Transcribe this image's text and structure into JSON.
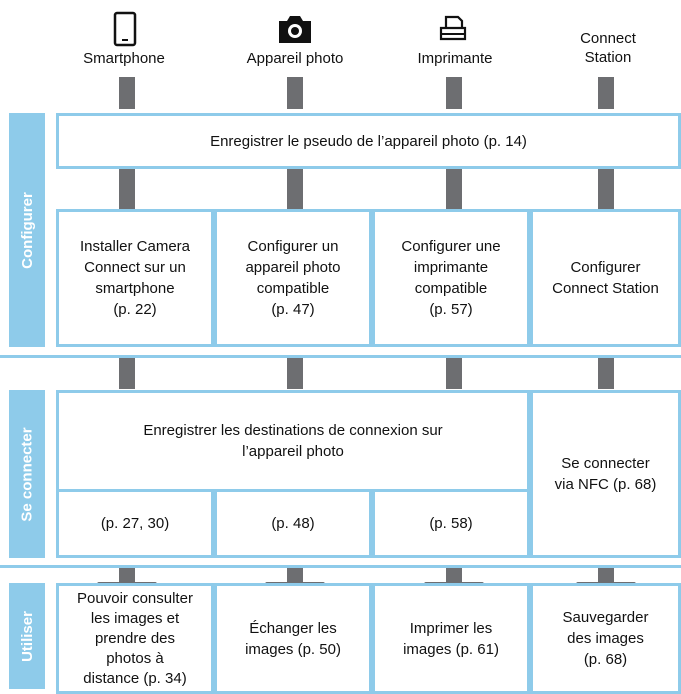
{
  "columns": [
    {
      "icon": "smartphone-icon",
      "label": "Smartphone"
    },
    {
      "icon": "camera-icon",
      "label": "Appareil photo"
    },
    {
      "icon": "printer-icon",
      "label": "Imprimante"
    },
    {
      "icon": "",
      "label": "Connect\nStation"
    }
  ],
  "sections": {
    "configure": "Configurer",
    "connect": "Se connecter",
    "use": "Utiliser"
  },
  "configure": {
    "nickname": "Enregistrer le pseudo de l’appareil photo (p. 14)",
    "steps": [
      "Installer Camera\nConnect sur un\nsmartphone\n(p. 22)",
      "Configurer un\nappareil photo\ncompatible\n(p. 47)",
      "Configurer une\nimprimante\ncompatible\n(p. 57)",
      "Configurer\nConnect Station"
    ]
  },
  "connect": {
    "register": "Enregistrer les destinations de connexion sur\nl’appareil photo",
    "refs": [
      "(p. 27, 30)",
      "(p. 48)",
      "(p. 58)"
    ],
    "nfc": "Se connecter\nvia NFC (p. 68)"
  },
  "use": {
    "results": [
      "Pouvoir consulter\nles images et\nprendre des\nphotos à\ndistance (p. 34)",
      "Échanger les\nimages (p. 50)",
      "Imprimer les\nimages (p. 61)",
      "Sauvegarder\ndes images\n(p. 68)"
    ]
  },
  "colors": {
    "accent": "#8ecbea",
    "connector": "#6d6e71"
  }
}
